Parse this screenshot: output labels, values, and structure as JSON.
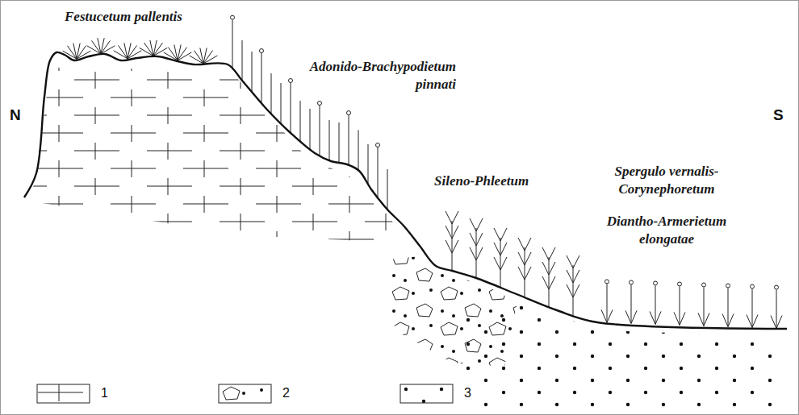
{
  "diagram": {
    "labels": [
      "Festucetum pallentis",
      "Adonido-Brachypodietum pinnati",
      "Sileno-Phleetum",
      "Spergulo vernalis-Corynephoretum",
      "Diantho-Armerietum elongatae",
      "N",
      "S"
    ],
    "legend": [
      {
        "text": "1"
      },
      {
        "text": "2"
      },
      {
        "text": "3"
      }
    ]
  }
}
